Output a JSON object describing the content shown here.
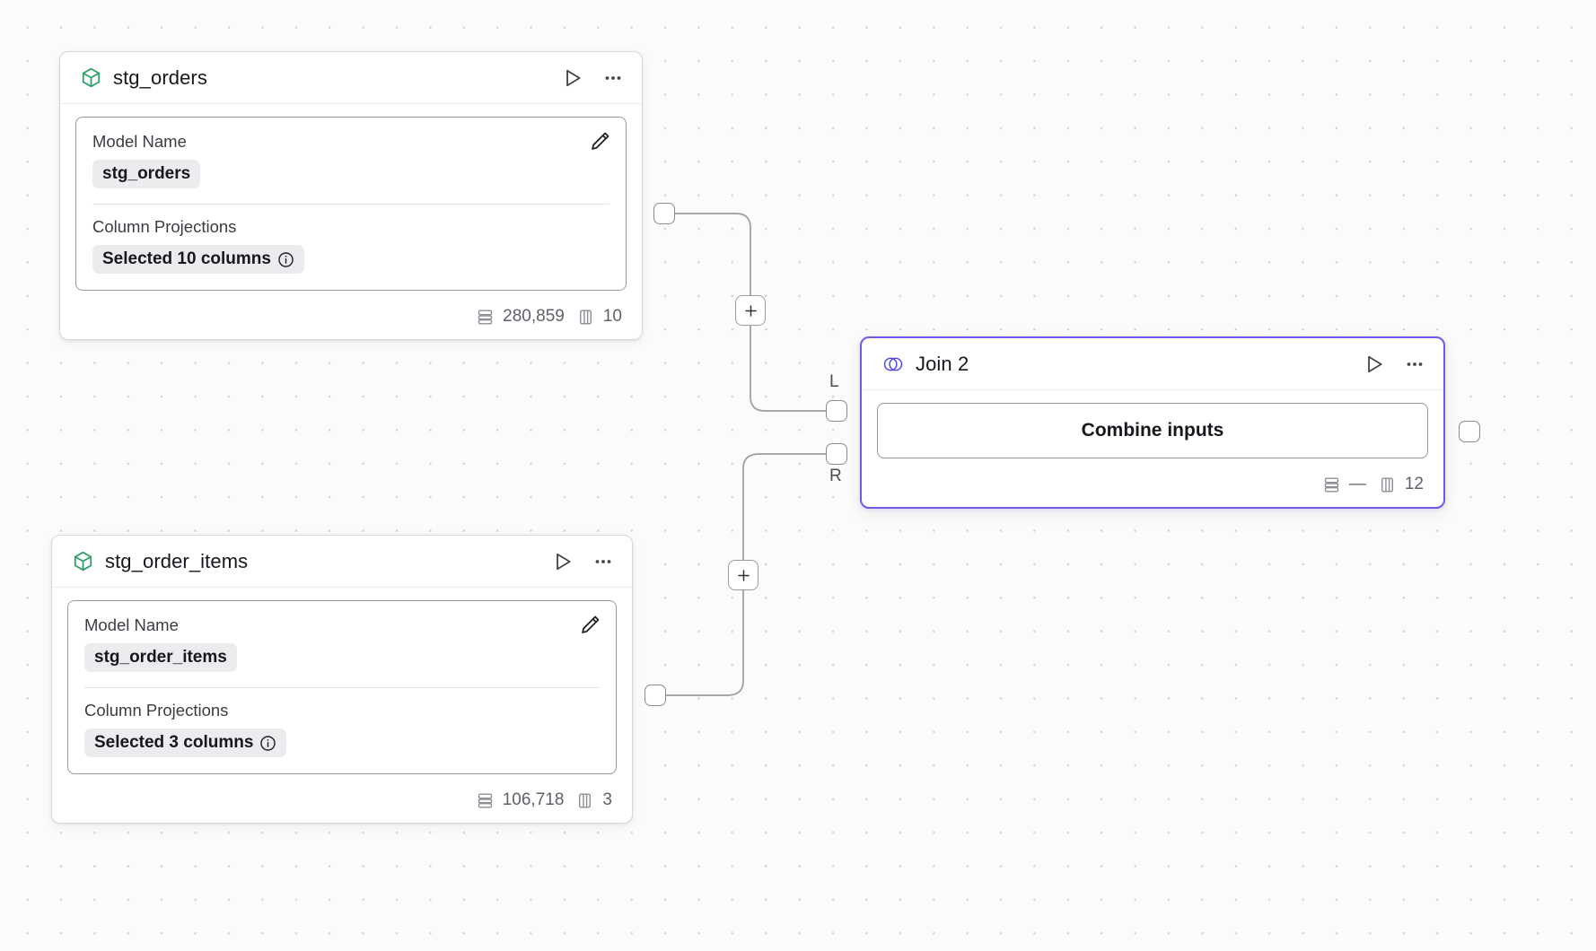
{
  "canvas": {
    "background_color": "#fbfbfb",
    "grid_dot_color": "#d2d2d4",
    "accent_color": "#6c5ce7",
    "model_icon_color": "#2e9e6b"
  },
  "nodes": [
    {
      "id": "stg_orders",
      "type": "model",
      "title": "stg_orders",
      "icon": "cube-icon",
      "selected": false,
      "fields": [
        {
          "label": "Model Name",
          "value": "stg_orders",
          "has_info": false
        },
        {
          "label": "Column Projections",
          "value": "Selected 10 columns",
          "has_info": true
        }
      ],
      "footer": {
        "rows": "280,859",
        "columns": "10"
      },
      "actions": {
        "run": "run-icon",
        "more": "more-icon",
        "edit": "edit-icon"
      }
    },
    {
      "id": "stg_order_items",
      "type": "model",
      "title": "stg_order_items",
      "icon": "cube-icon",
      "selected": false,
      "fields": [
        {
          "label": "Model Name",
          "value": "stg_order_items",
          "has_info": false
        },
        {
          "label": "Column Projections",
          "value": "Selected 3 columns",
          "has_info": true
        }
      ],
      "footer": {
        "rows": "106,718",
        "columns": "3"
      },
      "actions": {
        "run": "run-icon",
        "more": "more-icon",
        "edit": "edit-icon"
      }
    },
    {
      "id": "join_2",
      "type": "join",
      "title": "Join 2",
      "icon": "join-venn-icon",
      "selected": true,
      "body_label": "Combine inputs",
      "footer": {
        "rows": "—",
        "columns": "12"
      },
      "actions": {
        "run": "run-icon",
        "more": "more-icon"
      },
      "input_handles": [
        {
          "label": "L",
          "name": "join-left-input-handle"
        },
        {
          "label": "R",
          "name": "join-right-input-handle"
        }
      ]
    }
  ],
  "edge_buttons": [
    {
      "label": "+",
      "name": "add-node-on-edge-top"
    },
    {
      "label": "+",
      "name": "add-node-on-edge-bottom"
    }
  ]
}
